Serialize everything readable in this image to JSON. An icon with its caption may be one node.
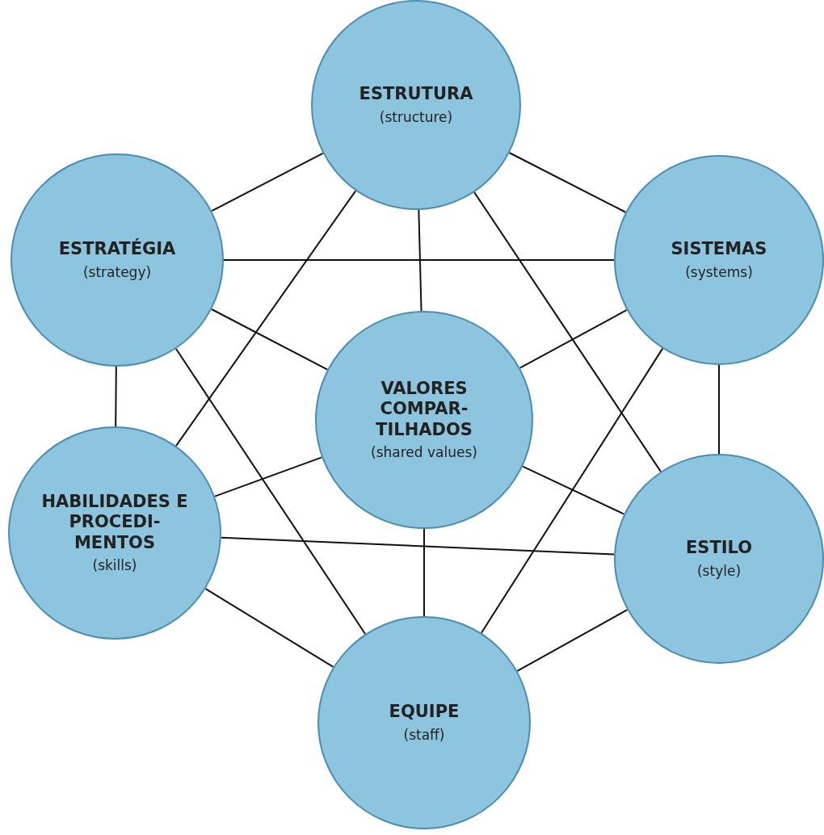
{
  "diagram": {
    "nodes": [
      {
        "text": [
          "ESTRUTURA",
          "(structure)"
        ]
      },
      {
        "text": [
          "ESTRATÉGIA",
          "(strategy)"
        ]
      },
      {
        "text": [
          "SISTEMAS",
          "(systems)"
        ]
      },
      {
        "text": [
          "VALORES COMPAR- TILHADOS",
          "(shared values)"
        ]
      },
      {
        "text": [
          "HABILIDADES E PROCEDI- MENTOS",
          "(skills)"
        ]
      },
      {
        "text": [
          "ESTILO",
          "(style)"
        ]
      },
      {
        "text": [
          "EQUIPE",
          "(staff)"
        ]
      }
    ],
    "edges": [
      {
        "from": 0,
        "to": 1,
        "arrow": "none"
      },
      {
        "from": 0,
        "to": 2,
        "arrow": "none"
      },
      {
        "from": 0,
        "to": 3,
        "arrow": "none"
      },
      {
        "from": 0,
        "to": 4,
        "arrow": "none"
      },
      {
        "from": 0,
        "to": 5,
        "arrow": "none"
      },
      {
        "from": 1,
        "to": 2,
        "arrow": "none"
      },
      {
        "from": 1,
        "to": 3,
        "arrow": "none"
      },
      {
        "from": 1,
        "to": 4,
        "arrow": "none"
      },
      {
        "from": 1,
        "to": 6,
        "arrow": "none"
      },
      {
        "from": 2,
        "to": 3,
        "arrow": "none"
      },
      {
        "from": 2,
        "to": 5,
        "arrow": "none"
      },
      {
        "from": 2,
        "to": 6,
        "arrow": "none"
      },
      {
        "from": 3,
        "to": 4,
        "arrow": "none"
      },
      {
        "from": 3,
        "to": 5,
        "arrow": "none"
      },
      {
        "from": 3,
        "to": 6,
        "arrow": "none"
      },
      {
        "from": 4,
        "to": 5,
        "arrow": "none"
      },
      {
        "from": 4,
        "to": 6,
        "arrow": "none"
      },
      {
        "from": 5,
        "to": 6,
        "arrow": "none"
      }
    ]
  }
}
